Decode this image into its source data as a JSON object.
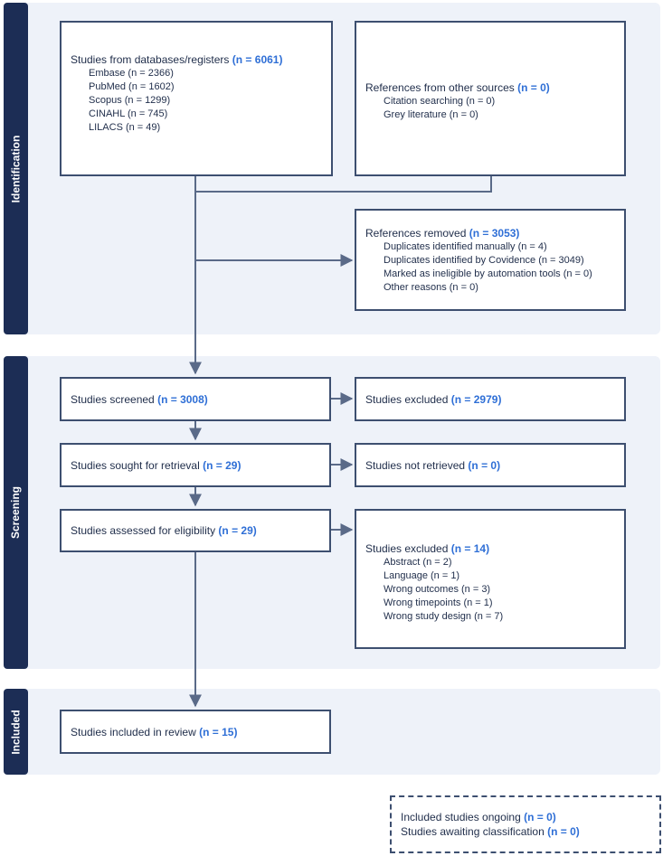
{
  "phases": {
    "identification": "Identification",
    "screening": "Screening",
    "included": "Included"
  },
  "databases": {
    "title": "Studies from databases/registers",
    "count": "(n = 6061)",
    "items": [
      "Embase (n = 2366)",
      "PubMed (n = 1602)",
      "Scopus (n = 1299)",
      "CINAHL (n = 745)",
      "LILACS (n = 49)"
    ]
  },
  "other_sources": {
    "title": "References from other sources",
    "count": "(n = 0)",
    "items": [
      "Citation searching (n = 0)",
      "Grey literature (n = 0)"
    ]
  },
  "removed": {
    "title": "References removed",
    "count": "(n = 3053)",
    "items": [
      "Duplicates identified manually (n = 4)",
      "Duplicates identified by Covidence (n = 3049)",
      "Marked as ineligible by automation tools (n = 0)",
      "Other reasons (n = 0)"
    ]
  },
  "screened": {
    "title": "Studies screened",
    "count": "(n = 3008)"
  },
  "screen_excluded": {
    "title": "Studies excluded",
    "count": "(n = 2979)"
  },
  "sought": {
    "title": "Studies sought for retrieval",
    "count": "(n = 29)"
  },
  "not_retrieved": {
    "title": "Studies not retrieved",
    "count": "(n = 0)"
  },
  "assessed": {
    "title": "Studies assessed for eligibility",
    "count": "(n = 29)"
  },
  "elig_excluded": {
    "title": "Studies excluded",
    "count": "(n = 14)",
    "items": [
      "Abstract (n = 2)",
      "Language (n = 1)",
      "Wrong outcomes (n = 3)",
      "Wrong timepoints (n = 1)",
      "Wrong study design (n = 7)"
    ]
  },
  "included": {
    "title": "Studies included in review",
    "count": "(n = 15)"
  },
  "ongoing": {
    "line1_title": "Included studies ongoing",
    "line1_count": "(n = 0)",
    "line2_title": "Studies awaiting classification",
    "line2_count": "(n = 0)"
  },
  "colors": {
    "phase_bar": "#1c2d55",
    "phase_band": "#eef2f9",
    "box_border": "#3d4f70",
    "highlight": "#2f6fd6",
    "arrow": "#5a6a88"
  }
}
